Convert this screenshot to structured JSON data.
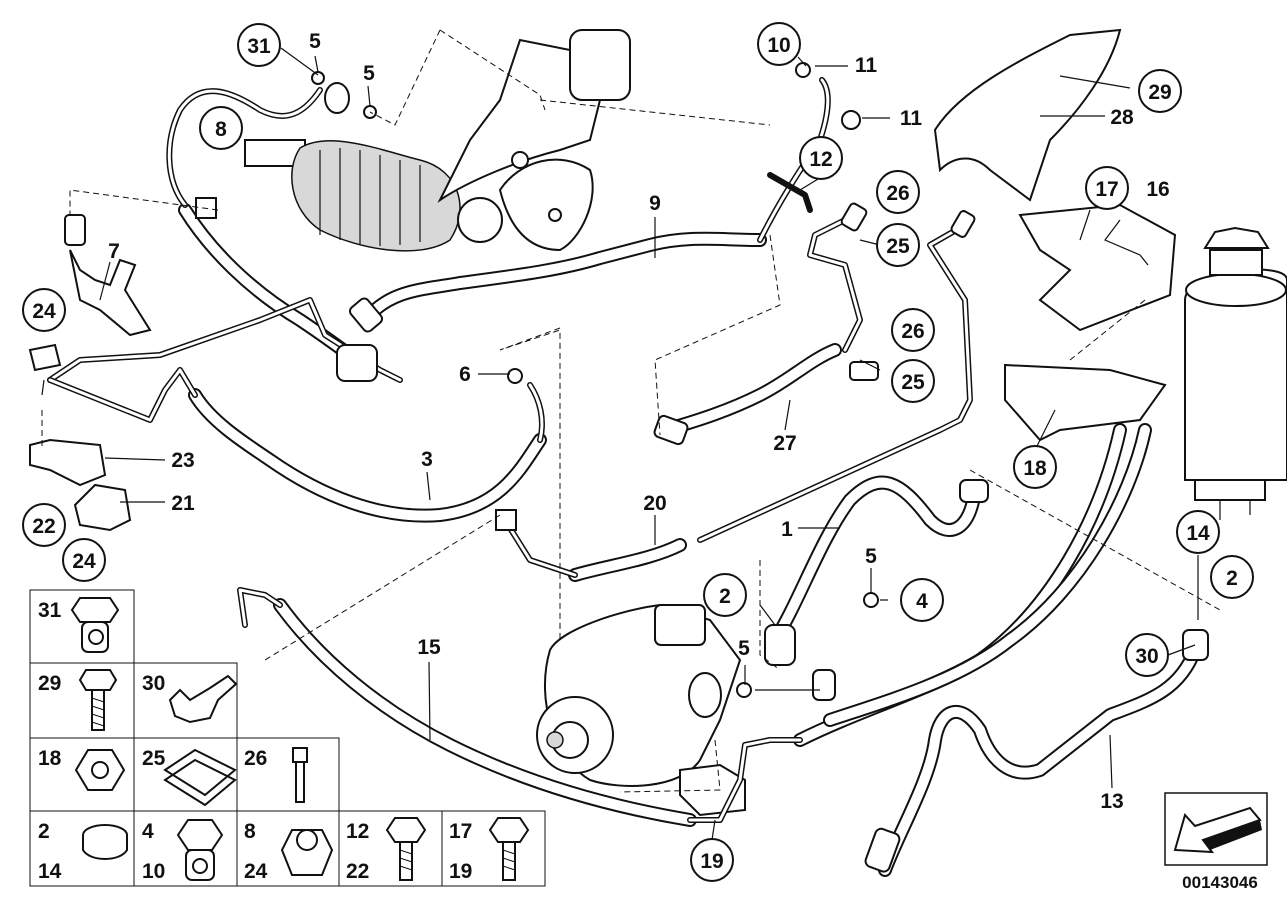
{
  "diagram": {
    "id": "00143046",
    "callouts_circled": [
      "31",
      "8",
      "10",
      "12",
      "26",
      "25",
      "26",
      "25",
      "29",
      "17",
      "18",
      "24",
      "22",
      "24",
      "2",
      "4",
      "30",
      "14",
      "2",
      "19"
    ],
    "labels_plain": [
      "5",
      "5",
      "11",
      "11",
      "28",
      "16",
      "9",
      "7",
      "6",
      "3",
      "23",
      "21",
      "27",
      "20",
      "1",
      "5",
      "5",
      "15",
      "13"
    ],
    "legend": [
      {
        "labels": [
          "31"
        ]
      },
      {
        "labels": [
          "29"
        ]
      },
      {
        "labels": [
          "30"
        ]
      },
      {
        "labels": [
          "18"
        ]
      },
      {
        "labels": [
          "25"
        ]
      },
      {
        "labels": [
          "26"
        ]
      },
      {
        "labels": [
          "2",
          "14"
        ]
      },
      {
        "labels": [
          "4",
          "10"
        ]
      },
      {
        "labels": [
          "8",
          "24"
        ]
      },
      {
        "labels": [
          "12",
          "22"
        ]
      },
      {
        "labels": [
          "17",
          "19"
        ]
      }
    ]
  }
}
